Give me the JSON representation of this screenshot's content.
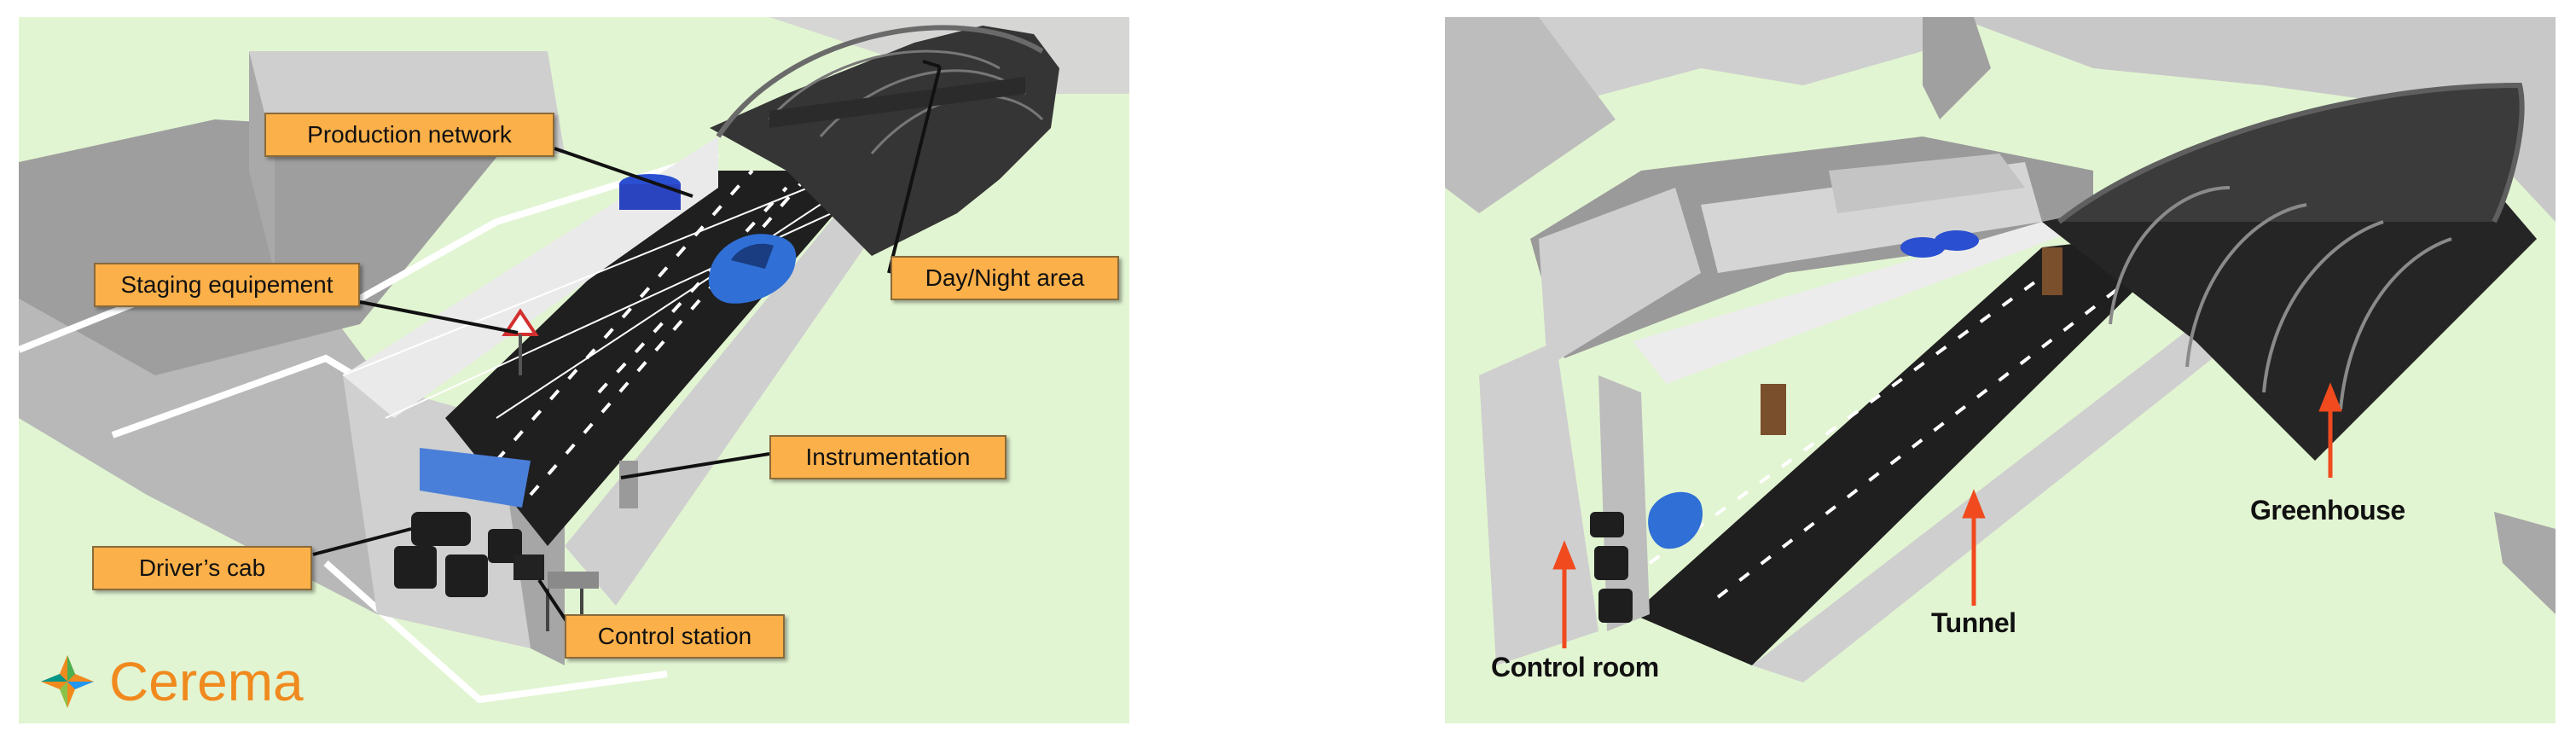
{
  "left": {
    "labels": {
      "production_network": "Production network",
      "staging_equipement": "Staging equipement",
      "day_night_area": "Day/Night area",
      "instrumentation": "Instrumentation",
      "drivers_cab": "Driver’s cab",
      "control_station": "Control station"
    },
    "logo": {
      "text": "Cerema"
    }
  },
  "right": {
    "labels": {
      "greenhouse": "Greenhouse",
      "tunnel": "Tunnel",
      "control_room": "Control room"
    }
  },
  "colors": {
    "label_fill": "#fbb04a",
    "arrow_red": "#f04a1e",
    "ground": "#e2f5d2",
    "road": "#222222",
    "car": "#2f6fd6",
    "logo": "#f08a1e"
  }
}
